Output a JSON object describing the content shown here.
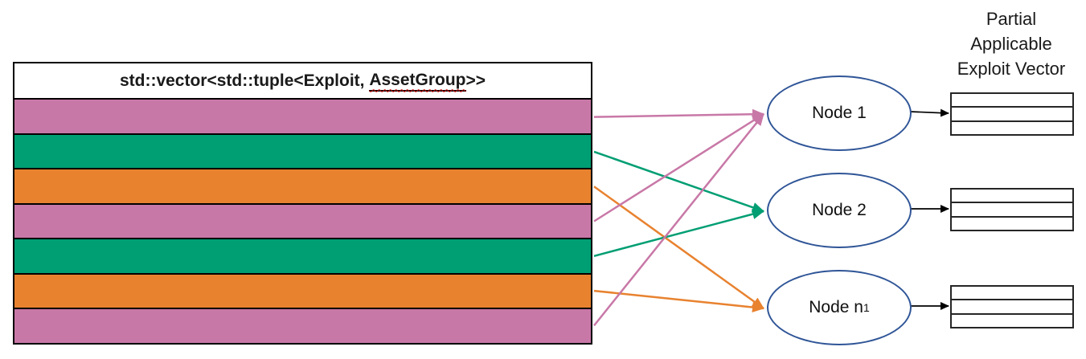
{
  "header": {
    "title_prefix": "std::vector<std::tuple<Exploit, ",
    "title_underlined": "AssetGroup",
    "title_suffix": ">>"
  },
  "vector_rows": [
    {
      "color_key": "pink",
      "target": "Node 1"
    },
    {
      "color_key": "green",
      "target": "Node 2"
    },
    {
      "color_key": "orange",
      "target": "Node n1"
    },
    {
      "color_key": "pink",
      "target": "Node 1"
    },
    {
      "color_key": "green",
      "target": "Node 2"
    },
    {
      "color_key": "orange",
      "target": "Node n1"
    },
    {
      "color_key": "pink",
      "target": "Node 1"
    }
  ],
  "edges": [
    {
      "from_row": 0,
      "to_node": 0
    },
    {
      "from_row": 1,
      "to_node": 1
    },
    {
      "from_row": 2,
      "to_node": 2
    },
    {
      "from_row": 3,
      "to_node": 0
    },
    {
      "from_row": 4,
      "to_node": 1
    },
    {
      "from_row": 5,
      "to_node": 2
    },
    {
      "from_row": 6,
      "to_node": 0
    }
  ],
  "nodes": [
    {
      "base": "Node 1",
      "sub": ""
    },
    {
      "base": "Node 2",
      "sub": ""
    },
    {
      "base": "Node n",
      "sub": "1"
    }
  ],
  "output": {
    "label_lines": [
      "Partial",
      "Applicable",
      "Exploit Vector"
    ],
    "table_count": 3,
    "rows_per_table": 3
  },
  "colors": {
    "pink": "#c878a7",
    "green": "#009e73",
    "orange": "#e8822f",
    "node_border": "#2f5597",
    "table_border": "#262626",
    "black_arrow": "#000000"
  }
}
